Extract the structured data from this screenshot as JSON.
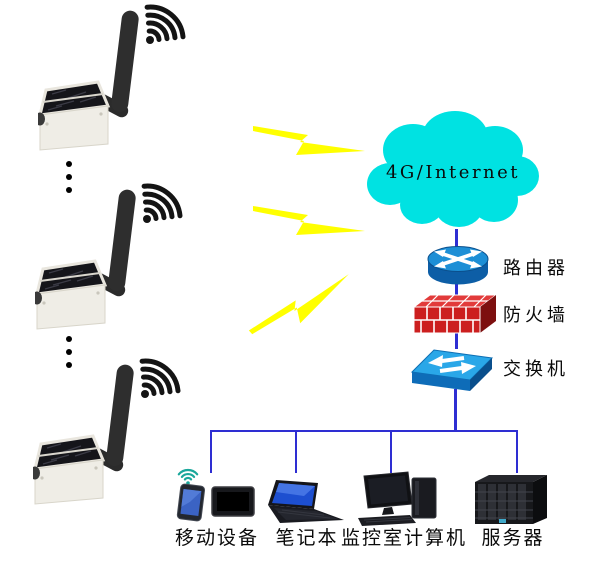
{
  "cloud": {
    "label": "4G/Internet"
  },
  "chain": [
    {
      "label": "路由器"
    },
    {
      "label": "防火墙"
    },
    {
      "label": "交换机"
    }
  ],
  "endpoints": [
    {
      "label": "移动设备"
    },
    {
      "label": "笔记本"
    },
    {
      "label": "监控室计算机"
    },
    {
      "label": "服务器"
    }
  ],
  "field_devices": {
    "count": "3"
  },
  "colors": {
    "line": "#2e2ed2",
    "bolt": "#ffff00",
    "cloud": "#00e2e2",
    "router_blue": "#1d8fd6",
    "firewall_red": "#cc1f1f",
    "switch_blue": "#2aa7e8"
  }
}
